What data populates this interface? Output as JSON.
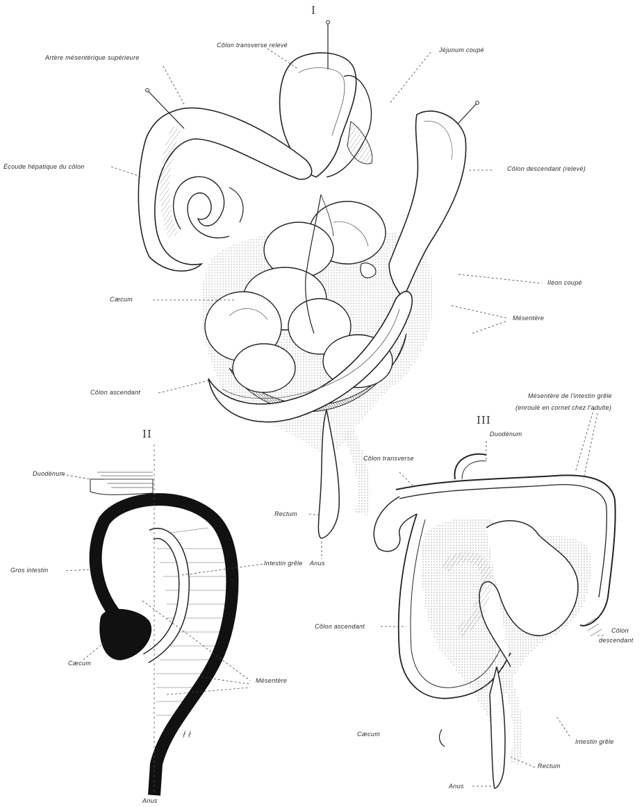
{
  "figures": {
    "fig1": {
      "numeral": "I"
    },
    "fig2": {
      "numeral": "II"
    },
    "fig3": {
      "numeral": "III"
    }
  },
  "labels": {
    "colon_transverse_releve": "Côlon transverse relevé",
    "jejunum_coupe": "Jéjunum coupé",
    "artere_mesenterique": "Artère mésentérique supérieure",
    "ecoude_hepatique": "Écoude hépatique du côlon",
    "colon_descendant_releve": "Côlon descendant (relevé)",
    "iléon_coupe": "Iléon coupé",
    "caecum_1": "Cæcum",
    "mesentere_1": "Mésentère",
    "colon_ascendant_1": "Côlon ascendant",
    "mesentere_intestin_grele_1": "Mésentère de l'intestin grêle",
    "mesentere_intestin_grele_2": "(enroulé en cornet chez l'adulte)",
    "duodenum_3": "Duodénum",
    "colon_transverse_3": "Côlon transverse",
    "duodenum_2": "Duodénum",
    "rectum_1": "Rectum",
    "anus_1": "Anus",
    "intestin_grele_2": "Intestin grêle",
    "gros_intestin_2": "Gros intestin",
    "caecum_2": "Cæcum",
    "mesentere_2": "Mésentère",
    "anus_2": "Anus",
    "colon_ascendant_3": "Côlon ascendant",
    "colon_3": "Côlon",
    "descendant_3": "descendant",
    "caecum_3": "Cæcum",
    "intestin_grele_3": "Intestin grêle",
    "rectum_3": "Rectum",
    "anus_3": "Anus"
  }
}
